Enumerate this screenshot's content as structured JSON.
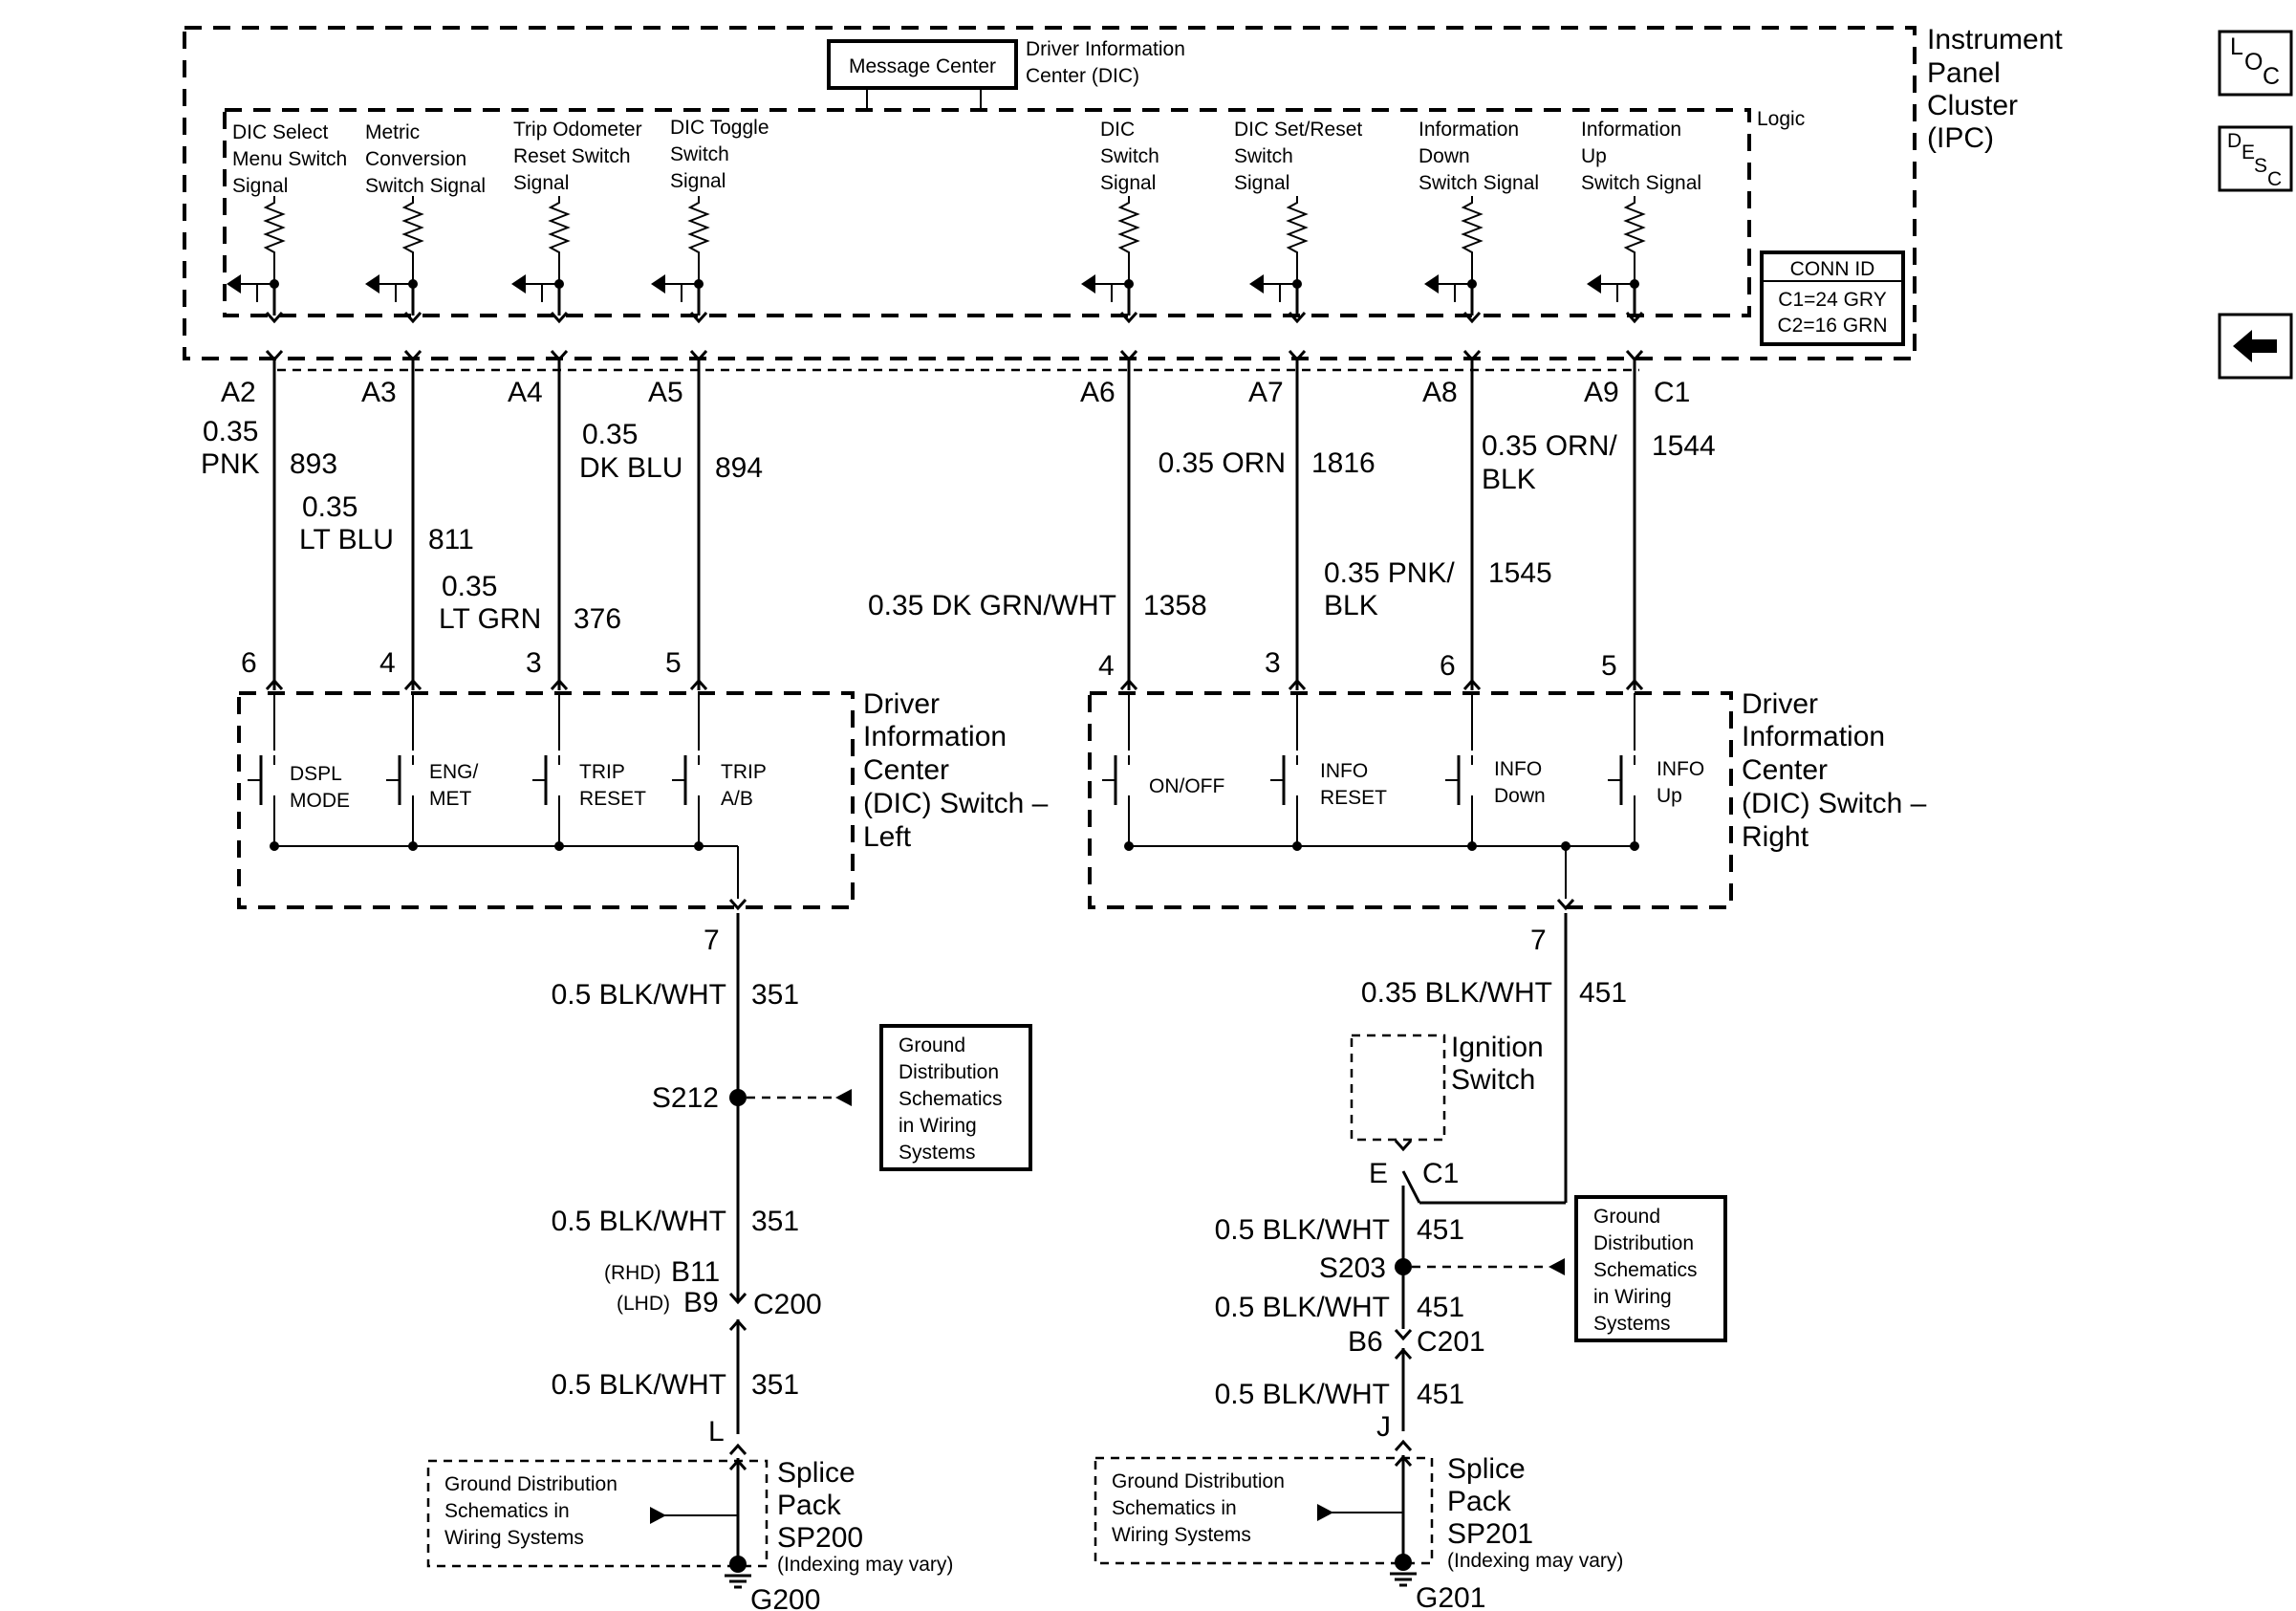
{
  "ipc": {
    "title_lines": [
      "Instrument",
      "Panel",
      "Cluster",
      "(IPC)"
    ],
    "logic_label": "Logic",
    "message_center": "Message Center",
    "dic_lines": [
      "Driver Information",
      "Center (DIC)"
    ],
    "conn_id": {
      "title": "CONN ID",
      "c1": "C1=24 GRY",
      "c2": "C2=16 GRN"
    },
    "signals": [
      {
        "lines": [
          "DIC Select",
          "Menu Switch",
          "Signal"
        ]
      },
      {
        "lines": [
          "Metric",
          "Conversion",
          "Switch Signal"
        ]
      },
      {
        "lines": [
          "Trip Odometer",
          "Reset Switch",
          "Signal"
        ]
      },
      {
        "lines": [
          "DIC Toggle",
          "Switch",
          "Signal"
        ]
      },
      {
        "lines": [
          "DIC",
          "Switch",
          "Signal"
        ]
      },
      {
        "lines": [
          "DIC Set/Reset",
          "Switch",
          "Signal"
        ]
      },
      {
        "lines": [
          "Information",
          "Down",
          "Switch Signal"
        ]
      },
      {
        "lines": [
          "Information",
          "Up",
          "Switch Signal"
        ]
      }
    ]
  },
  "circuits": [
    {
      "ipc_pin": "A2",
      "gauge": "0.35",
      "color": "PNK",
      "circuit": "893",
      "switch_pin": "6"
    },
    {
      "ipc_pin": "A3",
      "gauge": "0.35",
      "color": "LT BLU",
      "circuit": "811",
      "switch_pin": "4"
    },
    {
      "ipc_pin": "A4",
      "gauge": "0.35",
      "color": "LT GRN",
      "circuit": "376",
      "switch_pin": "3"
    },
    {
      "ipc_pin": "A5",
      "gauge": "0.35",
      "color": "DK BLU",
      "circuit": "894",
      "switch_pin": "5"
    },
    {
      "ipc_pin": "A6",
      "wire": "0.35 DK GRN/WHT",
      "circuit": "1358",
      "switch_pin": "4"
    },
    {
      "ipc_pin": "A7",
      "wire": "0.35 ORN",
      "circuit": "1816",
      "switch_pin": "3"
    },
    {
      "ipc_pin": "A8",
      "wire_lines": [
        "0.35 PNK/",
        "BLK"
      ],
      "circuit": "1545",
      "switch_pin": "6"
    },
    {
      "ipc_pin": "A9",
      "connector": "C1",
      "wire_lines": [
        "0.35 ORN/",
        "BLK"
      ],
      "circuit": "1544",
      "switch_pin": "5"
    }
  ],
  "left_switch": {
    "title_lines": [
      "Driver",
      "Information",
      "Center",
      "(DIC) Switch –",
      "Left"
    ],
    "buttons": [
      {
        "lines": [
          "DSPL",
          "MODE"
        ]
      },
      {
        "lines": [
          "ENG/",
          "MET"
        ]
      },
      {
        "lines": [
          "TRIP",
          "RESET"
        ]
      },
      {
        "lines": [
          "TRIP",
          "A/B"
        ]
      }
    ],
    "ground_pin": "7"
  },
  "right_switch": {
    "title_lines": [
      "Driver",
      "Information",
      "Center",
      "(DIC) Switch –",
      "Right"
    ],
    "buttons": [
      {
        "lines": [
          "ON/OFF"
        ]
      },
      {
        "lines": [
          "INFO",
          "RESET"
        ]
      },
      {
        "lines": [
          "INFO",
          "Down"
        ]
      },
      {
        "lines": [
          "INFO",
          "Up"
        ]
      }
    ],
    "ground_pin": "7"
  },
  "left_ground": {
    "wire1": "0.5 BLK/WHT",
    "circuit1": "351",
    "splice": "S212",
    "ref_box_lines": [
      "Ground",
      "Distribution",
      "Schematics",
      "in Wiring",
      "Systems"
    ],
    "wire2": "0.5 BLK/WHT",
    "circuit2": "351",
    "rhd": "(RHD)",
    "pin_rhd": "B11",
    "lhd": "(LHD)",
    "pin_lhd": "B9",
    "connector": "C200",
    "wire3": "0.5 BLK/WHT",
    "circuit3": "351",
    "pack_pin": "L",
    "pack_ref_lines": [
      "Ground Distribution",
      "Schematics in",
      "Wiring Systems"
    ],
    "pack_lines": [
      "Splice",
      "Pack",
      "SP200"
    ],
    "indexing": "(Indexing may vary)",
    "ground": "G200"
  },
  "right_ground": {
    "wire1": "0.35 BLK/WHT",
    "circuit1": "451",
    "ignition_lines": [
      "Ignition",
      "Switch"
    ],
    "pin_e": "E",
    "pin_c1": "C1",
    "wire2": "0.5 BLK/WHT",
    "circuit2": "451",
    "splice": "S203",
    "ref_box_lines": [
      "Ground",
      "Distribution",
      "Schematics",
      "in Wiring",
      "Systems"
    ],
    "wire3": "0.5 BLK/WHT",
    "circuit3": "451",
    "pin_b6": "B6",
    "connector": "C201",
    "wire4": "0.5 BLK/WHT",
    "circuit4": "451",
    "pack_pin": "J",
    "pack_ref_lines": [
      "Ground Distribution",
      "Schematics in",
      "Wiring Systems"
    ],
    "pack_lines": [
      "Splice",
      "Pack",
      "SP201"
    ],
    "indexing": "(Indexing may vary)",
    "ground": "G201"
  },
  "nav": {
    "loc_icon": "loc-icon",
    "desc_icon": "desc-icon",
    "back_icon": "back-arrow-icon"
  }
}
